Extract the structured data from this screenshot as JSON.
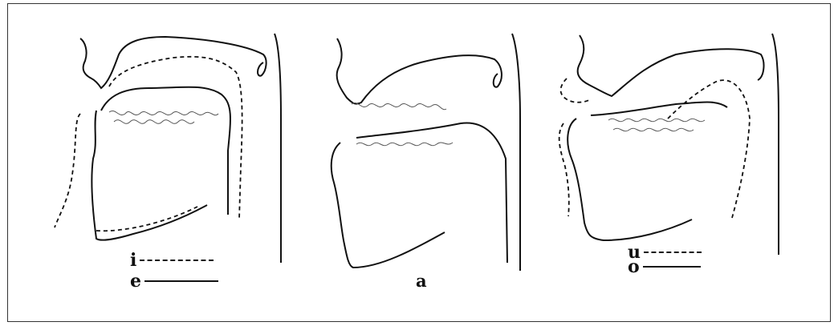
{
  "panels": [
    {
      "id": "i-e",
      "legend": [
        {
          "letter": "i",
          "style": "dashed"
        },
        {
          "letter": "e",
          "style": "solid"
        }
      ]
    },
    {
      "id": "a",
      "caption": "a"
    },
    {
      "id": "u-o",
      "legend": [
        {
          "letter": "u",
          "style": "dashed"
        },
        {
          "letter": "o",
          "style": "solid"
        }
      ]
    }
  ],
  "colors": {
    "ink": "#111111",
    "background": "#ffffff",
    "frame": "#333333"
  }
}
